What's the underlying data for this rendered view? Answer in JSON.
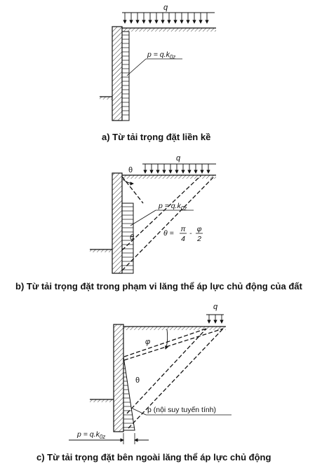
{
  "diagram_a": {
    "caption": "a) Từ tải trọng đặt liền kề",
    "load_symbol": "q",
    "pressure_formula_prefix": "p = q.k",
    "pressure_formula_subscript": "0z"
  },
  "diagram_b": {
    "caption": "b) Từ tải trọng đặt trong phạm vi lăng thể áp lực chủ động của đất",
    "load_symbol": "q",
    "angle_symbol": "θ",
    "pressure_formula_prefix": "p = q.k",
    "pressure_formula_subscript": "0z",
    "theta_formula_lhs": "θ =",
    "theta_frac1_num": "π",
    "theta_frac1_den": "4",
    "minus": "-",
    "theta_frac2_num": "φ",
    "theta_frac2_den": "2"
  },
  "diagram_c": {
    "caption": "c) Từ tải trọng đặt bên ngoài lăng thể áp lực chủ động",
    "load_symbol": "q",
    "phi_symbol": "φ",
    "theta_symbol": "θ",
    "p_note": "p (nội suy tuyến tính)",
    "pressure_formula_prefix": "p = q.k",
    "pressure_formula_subscript": "0z"
  },
  "colors": {
    "ink": "#111111",
    "background": "#ffffff"
  }
}
